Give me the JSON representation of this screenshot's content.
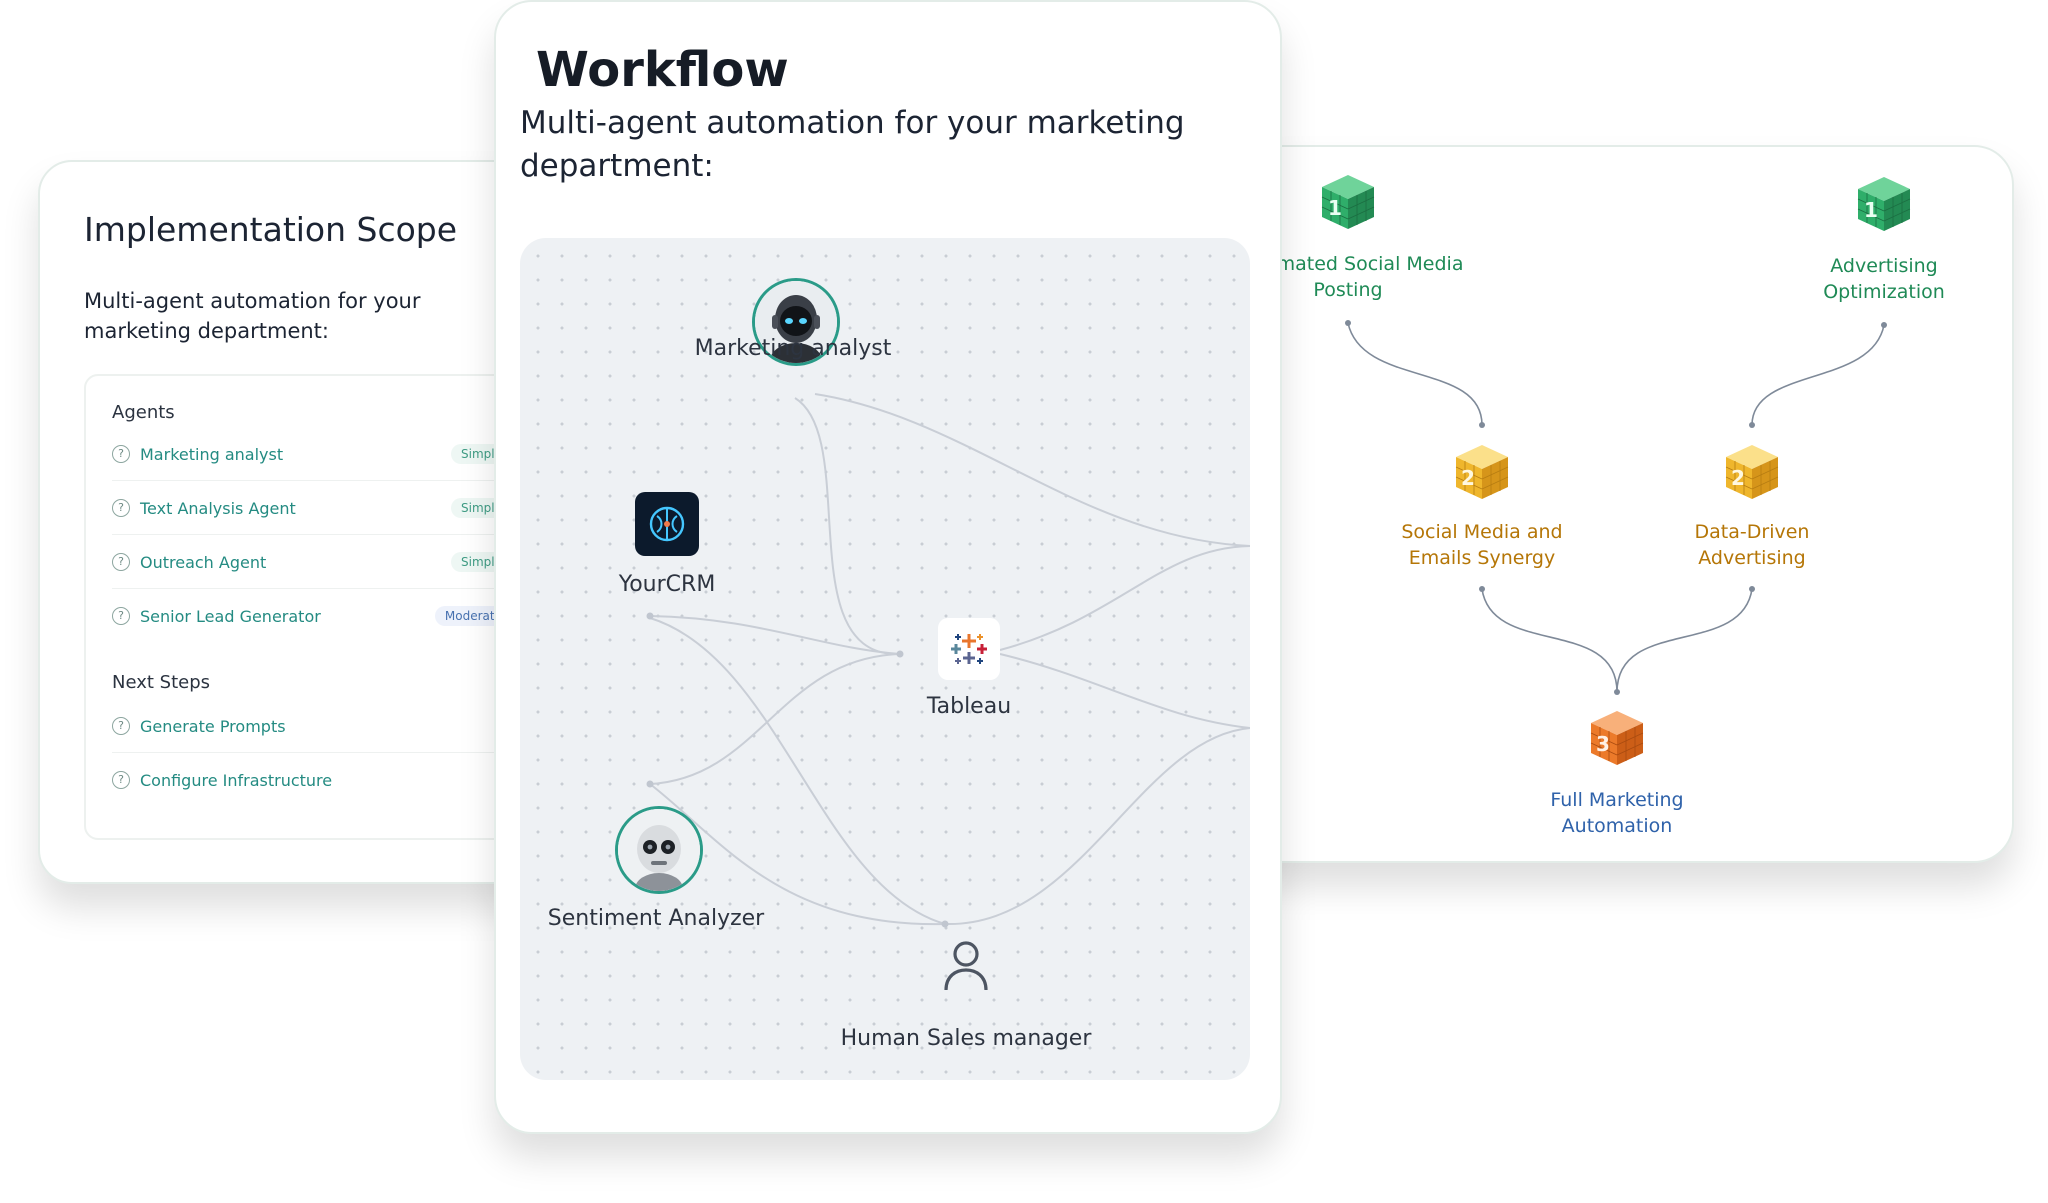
{
  "scope": {
    "title": "Implementation Scope",
    "description": "Multi-agent automation for your marketing department:",
    "agents_title": "Agents",
    "agents": [
      {
        "label": "Marketing analyst",
        "badge": "Simple"
      },
      {
        "label": "Text Analysis Agent",
        "badge": "Simple"
      },
      {
        "label": "Outreach Agent",
        "badge": "Simple"
      },
      {
        "label": "Senior Lead Generator",
        "badge": "Moderate"
      }
    ],
    "next_steps_title": "Next Steps",
    "next_steps": [
      {
        "label": "Generate Prompts"
      },
      {
        "label": "Configure Infrastructure"
      }
    ]
  },
  "workflow": {
    "title": "Workflow",
    "description": "Multi-agent automation for your marketing department:",
    "nodes": {
      "marketing_analyst": "Marketing analyst",
      "yourcrm": "YourCRM",
      "tableau": "Tableau",
      "sentiment_analyzer": "Sentiment Analyzer",
      "human_sales_manager": "Human Sales manager"
    }
  },
  "roadmap": {
    "levels": [
      {
        "number": "1",
        "label": "Automated Social Media Posting",
        "color": "#1f8a56"
      },
      {
        "number": "1",
        "label": "Advertising Optimization",
        "color": "#1f8a56"
      },
      {
        "number": "2",
        "label": "Social Media and Emails Synergy",
        "color": "#b57607"
      },
      {
        "number": "2",
        "label": "Data-Driven Advertising",
        "color": "#b57607"
      },
      {
        "number": "3",
        "label": "Full Marketing Automation",
        "color": "#2f62aa"
      }
    ]
  },
  "colors": {
    "accent_teal": "#248b82",
    "cube_green": "#2fae6a",
    "cube_amber": "#efb62c",
    "cube_orange": "#ec7a2a"
  }
}
